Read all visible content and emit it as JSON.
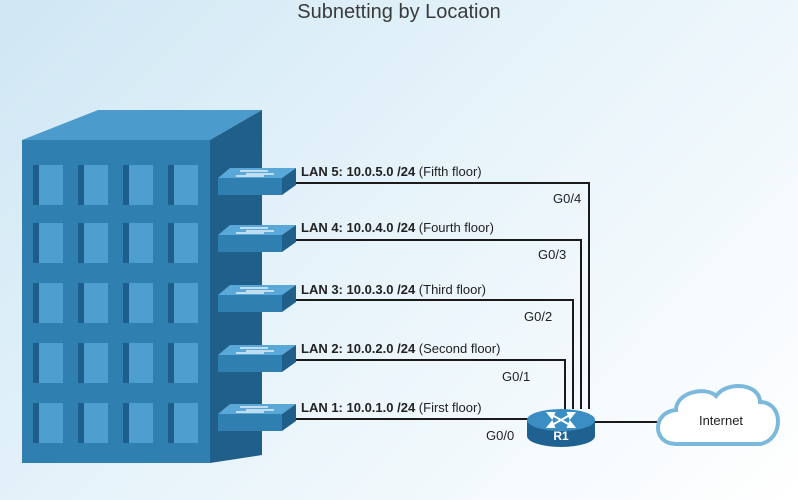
{
  "title": "Subnetting by Location",
  "lans": [
    {
      "net": "LAN 5: 10.0.5.0 /24",
      "desc": "(Fifth floor)",
      "port": "G0/4"
    },
    {
      "net": "LAN 4: 10.0.4.0 /24",
      "desc": "(Fourth floor)",
      "port": "G0/3"
    },
    {
      "net": "LAN 3: 10.0.3.0 /24",
      "desc": "(Third floor)",
      "port": "G0/2"
    },
    {
      "net": "LAN 2: 10.0.2.0 /24",
      "desc": "(Second floor)",
      "port": "G0/1"
    },
    {
      "net": "LAN 1: 10.0.1.0 /24",
      "desc": "(First floor)",
      "port": "G0/0"
    }
  ],
  "router": {
    "name": "R1"
  },
  "cloud": {
    "label": "Internet"
  },
  "colors": {
    "building": "#2f7fb0",
    "switch": "#3a8ec4",
    "router": "#2873a6",
    "line": "#1a1a1a"
  }
}
